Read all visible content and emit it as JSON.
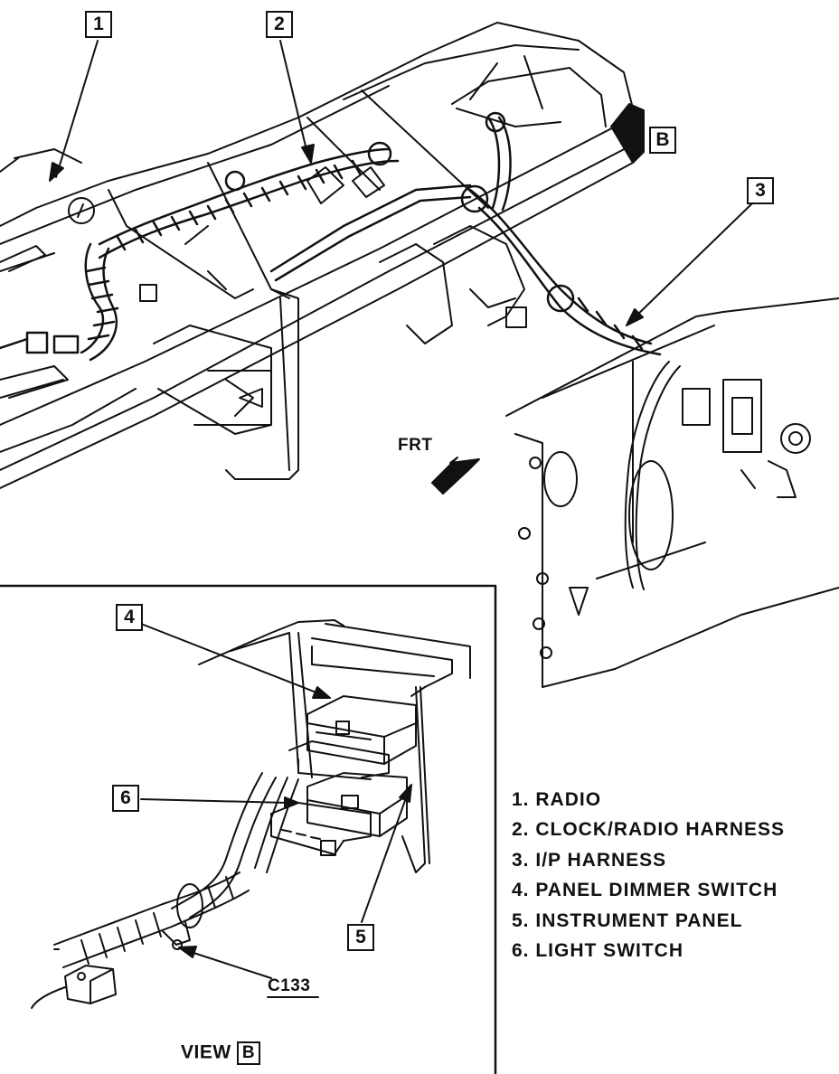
{
  "callouts": {
    "c1": "1",
    "c2": "2",
    "c3": "3",
    "c4": "4",
    "c5": "5",
    "c6": "6"
  },
  "view_arrow_letter": "B",
  "frt_label": "FRT",
  "connector_label": "C133",
  "view_label": {
    "prefix": "VIEW",
    "letter": "B"
  },
  "legend": [
    {
      "number": "1.",
      "text": "RADIO"
    },
    {
      "number": "2.",
      "text": "CLOCK/RADIO HARNESS"
    },
    {
      "number": "3.",
      "text": "I/P HARNESS"
    },
    {
      "number": "4.",
      "text": "PANEL DIMMER SWITCH"
    },
    {
      "number": "5.",
      "text": "INSTRUMENT PANEL"
    },
    {
      "number": "6.",
      "text": "LIGHT SWITCH"
    }
  ]
}
